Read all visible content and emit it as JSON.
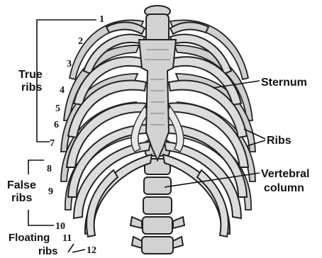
{
  "labels": {
    "true_ribs": [
      "True",
      "ribs"
    ],
    "false_ribs": [
      "False",
      "ribs"
    ],
    "floating_ribs": [
      "Floating",
      "ribs"
    ],
    "sternum": "Sternum",
    "ribs": "Ribs",
    "vertebral_column": [
      "Vertebral",
      "column"
    ]
  },
  "rib_numbers": [
    "1",
    "2",
    "3",
    "4",
    "5",
    "6",
    "7",
    "8",
    "9",
    "10",
    "11",
    "12"
  ],
  "colors": {
    "ink": "#111111",
    "bone": "#d2d2d2",
    "background": "#ffffff"
  }
}
